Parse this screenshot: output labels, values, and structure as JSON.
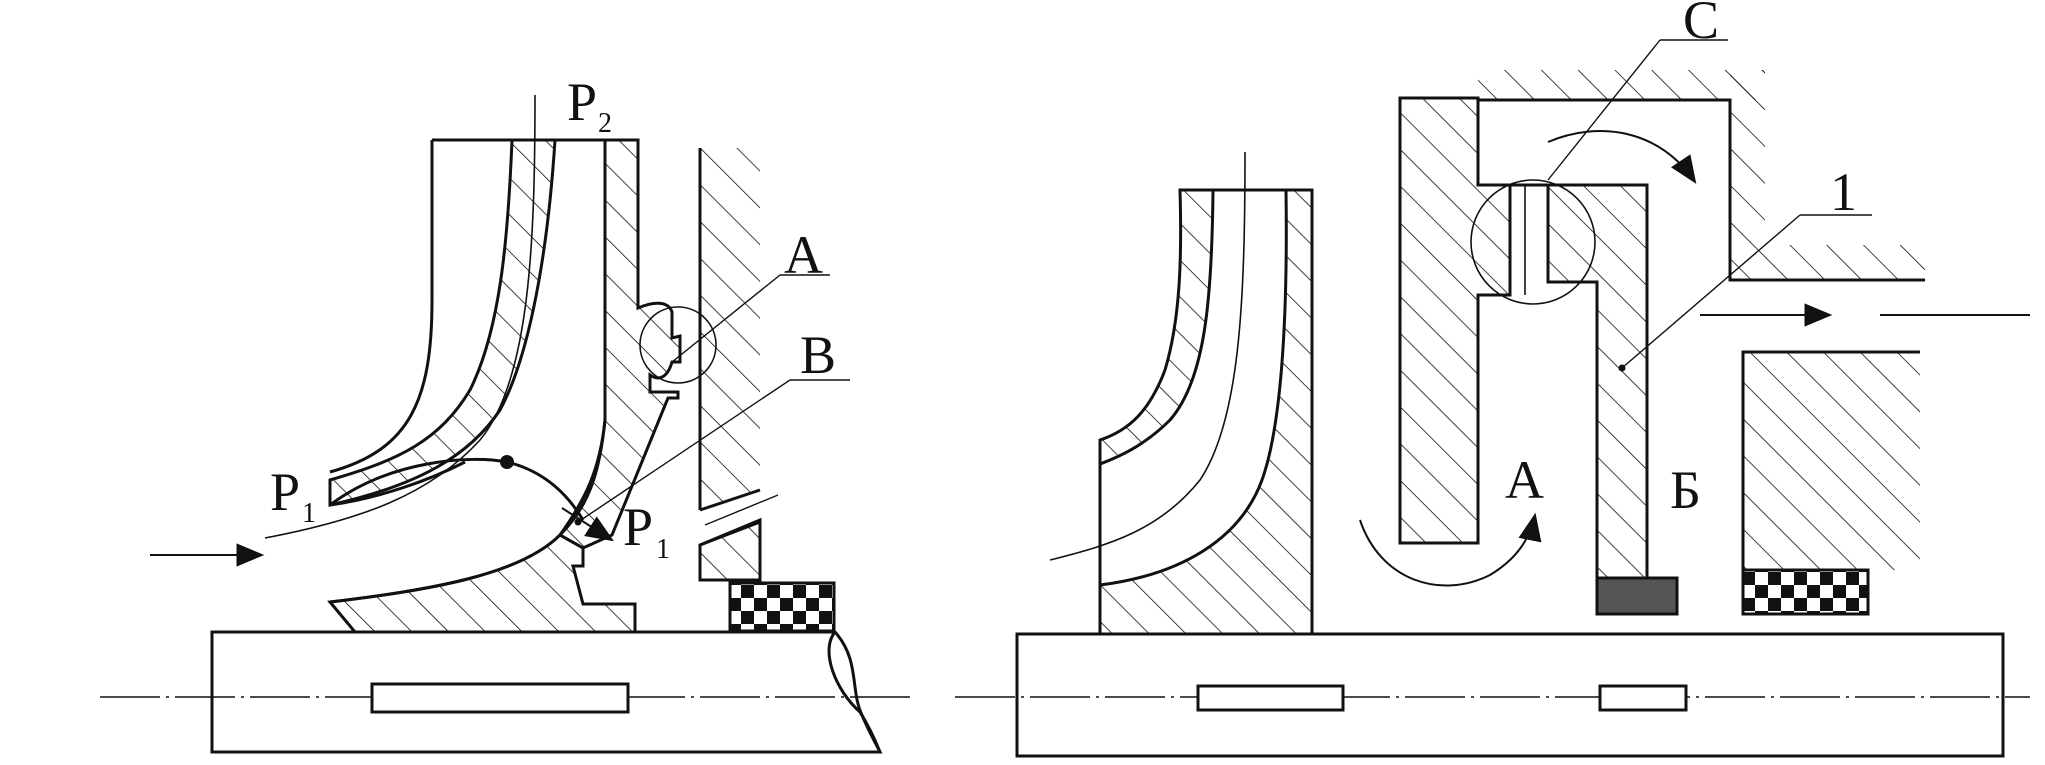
{
  "diagram": {
    "left_figure": {
      "labels": {
        "p2": "P",
        "p2_sub": "2",
        "p1_inlet": "P",
        "p1_inlet_sub": "1",
        "p1_gap": "P",
        "p1_gap_sub": "1",
        "a": "A",
        "b": "B"
      }
    },
    "right_figure": {
      "labels": {
        "c": "C",
        "one": "1",
        "a": "A",
        "be": "Б"
      }
    },
    "colors": {
      "ink": "#111111",
      "dark_block": "#555555",
      "background": "#ffffff"
    }
  }
}
